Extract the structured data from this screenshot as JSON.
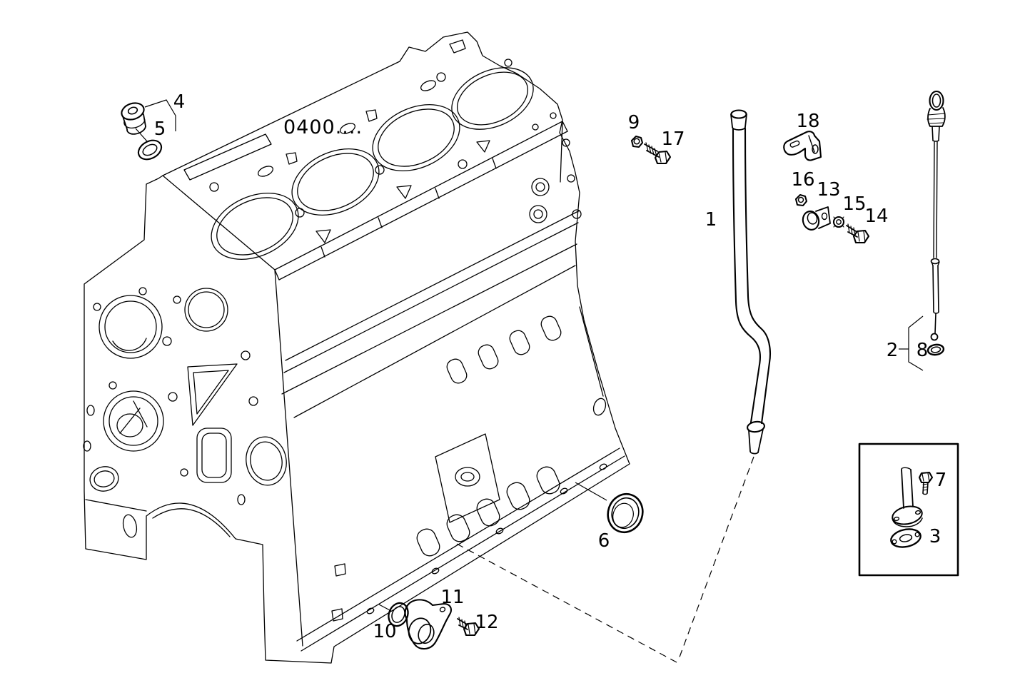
{
  "figure": {
    "background": "#ffffff",
    "line_color": "#000000",
    "code_label": "0400....",
    "callouts": [
      {
        "label": "1"
      },
      {
        "label": "2"
      },
      {
        "label": "3"
      },
      {
        "label": "4"
      },
      {
        "label": "5"
      },
      {
        "label": "6"
      },
      {
        "label": "7"
      },
      {
        "label": "8"
      },
      {
        "label": "9"
      },
      {
        "label": "10"
      },
      {
        "label": "11"
      },
      {
        "label": "12"
      },
      {
        "label": "13"
      },
      {
        "label": "14"
      },
      {
        "label": "15"
      },
      {
        "label": "16"
      },
      {
        "label": "17"
      },
      {
        "label": "18"
      }
    ]
  }
}
